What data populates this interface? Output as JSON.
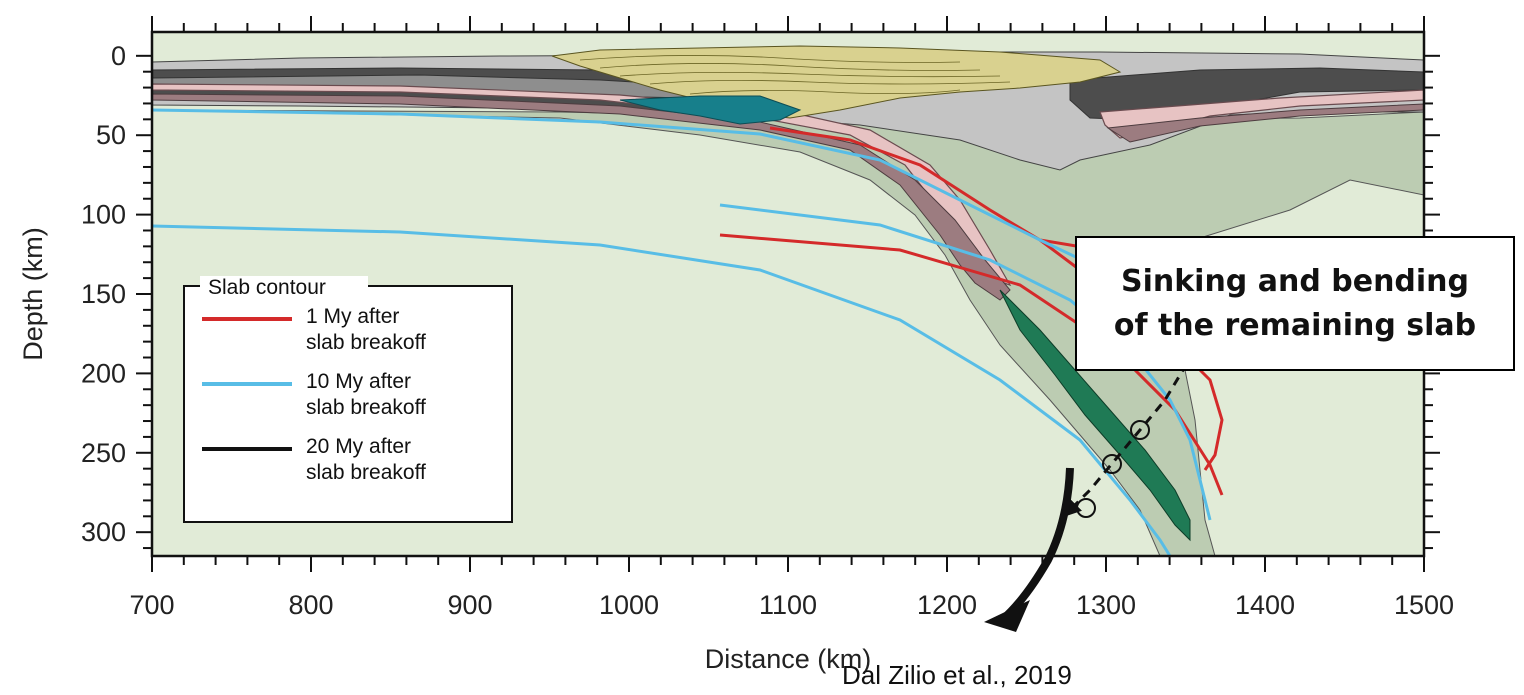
{
  "figure": {
    "x_axis": {
      "label": "Distance (km)",
      "range": [
        700,
        1500
      ],
      "ticks": [
        700,
        800,
        900,
        1000,
        1100,
        1200,
        1300,
        1400,
        1500
      ]
    },
    "y_axis": {
      "label": "Depth (km)",
      "range": [
        -15,
        315
      ],
      "ticks": [
        0,
        50,
        100,
        150,
        200,
        250,
        300
      ],
      "inverted": true
    },
    "colors": {
      "mantle": "#e1ebd7",
      "slab": "#bcccb2",
      "lower_crust": "#4d4d4d",
      "mid_crust": "#8e8e8e",
      "upper_crust": "#c4c4c4",
      "pink_layer": "#e7c3c3",
      "mauve_layer": "#9c7c80",
      "sediments": "#d9d18f",
      "teal_body": "#177f8b",
      "green_slab_top": "#1f7a55",
      "red_contour": "#d42a2a",
      "blue_contour": "#58bde6"
    }
  },
  "legend": {
    "title": "Slab contour",
    "items": [
      {
        "line1": "1 My after",
        "line2": "slab breakoff",
        "color": "#d42a2a"
      },
      {
        "line1": "10 My after",
        "line2": "slab breakoff",
        "color": "#58bde6"
      },
      {
        "line1": "20 My after",
        "line2": "slab breakoff",
        "color": "#111111"
      }
    ]
  },
  "callout": {
    "line1": "Sinking and bending",
    "line2": "of the remaining slab"
  },
  "citation": "Dal Zilio et al., 2019"
}
